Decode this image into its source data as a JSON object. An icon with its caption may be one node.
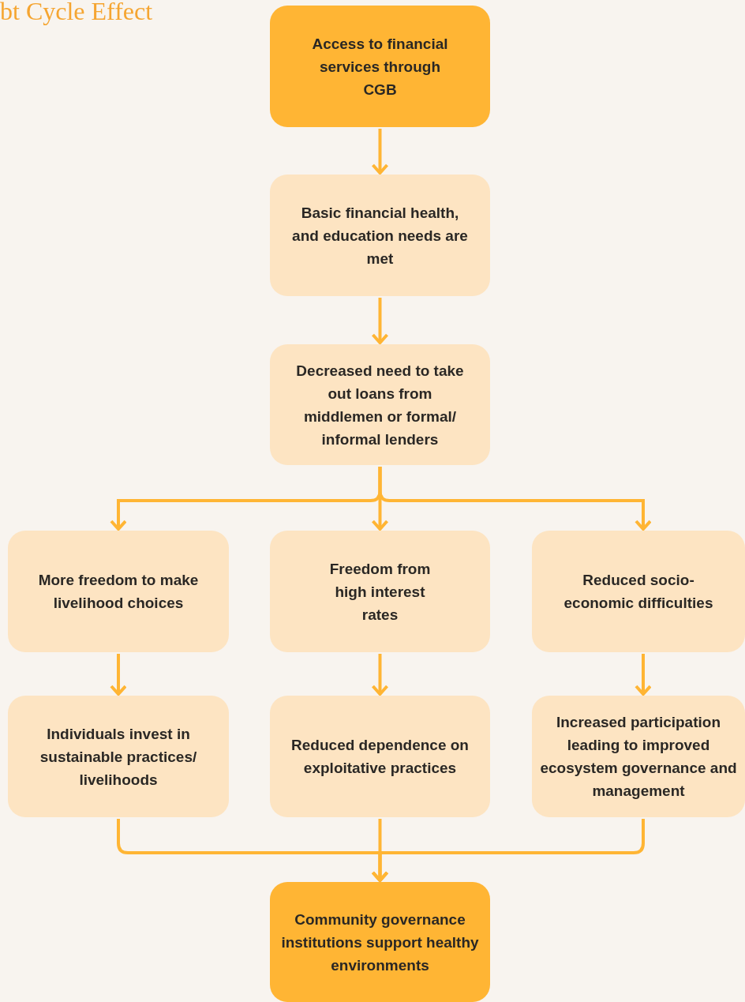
{
  "diagram": {
    "title": "bt Cycle Effect",
    "nodes": [
      {
        "text": [
          "Access to financial services through CGB"
        ]
      },
      {
        "text": [
          "Basic financial health, and education needs are met"
        ]
      },
      {
        "text": [
          "Decreased need to take out loans from middlemen or formal/ informal lenders"
        ]
      },
      {
        "text": [
          "More freedom to make livelihood choices"
        ]
      },
      {
        "text": [
          "Freedom from high interest rates"
        ]
      },
      {
        "text": [
          "Reduced socio-economic difficulties"
        ]
      },
      {
        "text": [
          "Individuals invest in sustainable practices/ livelihoods"
        ]
      },
      {
        "text": [
          "Reduced dependence on exploitative practices"
        ]
      },
      {
        "text": [
          "Increased participation leading to improved ecosystem governance and management"
        ]
      },
      {
        "text": [
          "Community governance institutions support healthy environments"
        ]
      }
    ],
    "edges": [
      {
        "from": 0,
        "to": 1,
        "arrow": "to"
      },
      {
        "from": 1,
        "to": 2,
        "arrow": "to"
      },
      {
        "from": 2,
        "to": 3,
        "arrow": "to"
      },
      {
        "from": 2,
        "to": 4,
        "arrow": "to"
      },
      {
        "from": 2,
        "to": 5,
        "arrow": "to"
      },
      {
        "from": 3,
        "to": 6,
        "arrow": "to"
      },
      {
        "from": 4,
        "to": 7,
        "arrow": "to"
      },
      {
        "from": 5,
        "to": 8,
        "arrow": "to"
      },
      {
        "from": 6,
        "to": 9,
        "arrow": "to"
      },
      {
        "from": 7,
        "to": 9,
        "arrow": "to"
      },
      {
        "from": 8,
        "to": 9,
        "arrow": "to"
      }
    ]
  }
}
